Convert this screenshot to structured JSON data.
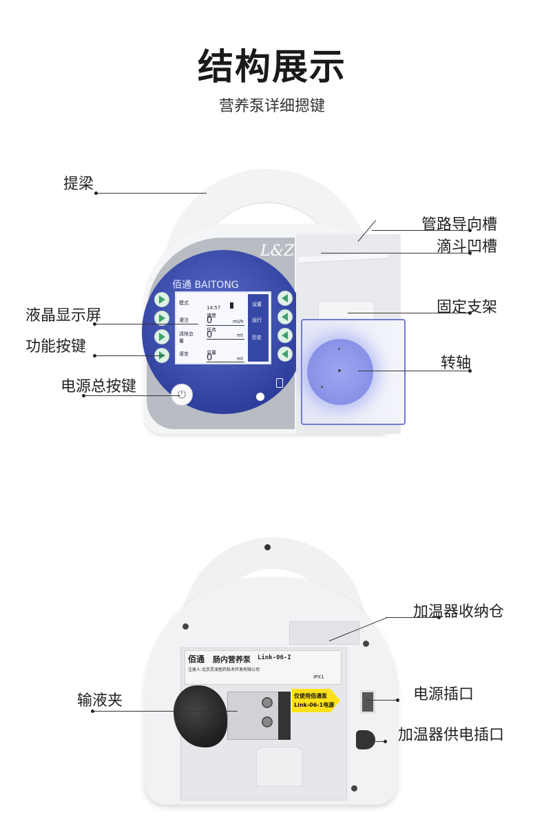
{
  "header": {
    "title": "结构展示",
    "subtitle": "营养泵详细摁键"
  },
  "callouts_top": {
    "handle": "提梁",
    "lcd": "液晶显示屏",
    "func_keys": "功能按键",
    "power_key": "电源总按键",
    "tube_guide": "管路导向槽",
    "drip_groove": "滴斗凹槽",
    "bracket": "固定支架",
    "shaft": "转轴"
  },
  "callouts_bottom": {
    "heater_bay": "加温器收纳仓",
    "clamp": "输液夹",
    "power_socket": "电源插口",
    "heater_socket": "加温器供电插口"
  },
  "device_front": {
    "brand": "佰通 BAITONG",
    "logo": "L&Z",
    "left_keys": [
      "模式",
      "灌注",
      "清除总量",
      "语言"
    ],
    "right_keys": [
      "设置",
      "运行",
      "历史"
    ],
    "lcd": {
      "time": "14:57",
      "speed_label": "速度",
      "speed_value": "0",
      "speed_unit": "ml/h",
      "task_label": "任务",
      "task_value": "0",
      "task_unit": "ml",
      "total_label": "总量",
      "total_value": "0",
      "total_unit": "ml"
    }
  },
  "device_back": {
    "plate_brand": "佰通",
    "plate_name": "肠内营养泵",
    "plate_model": "Link-06-I",
    "plate_registrant": "注册人:北京灵泽医药技术开发有限公司",
    "plate_ip": "IPX1",
    "warning_line1": "仅使用佰通泵",
    "warning_line2": "Link-06-1电源"
  }
}
